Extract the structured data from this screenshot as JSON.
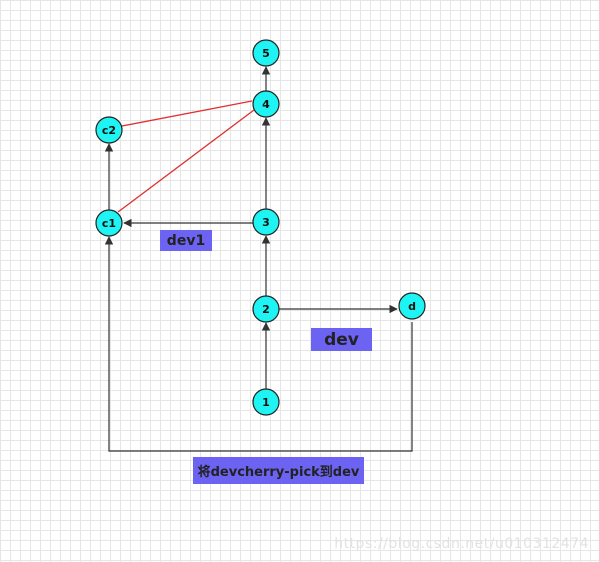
{
  "nodes": {
    "n5": "5",
    "n4": "4",
    "n3": "3",
    "n2": "2",
    "n1": "1",
    "c1": "c1",
    "c2": "c2",
    "d": "d"
  },
  "labels": {
    "dev1": "dev1",
    "dev": "dev",
    "cherry_pick": "将devcherry-pick到dev"
  },
  "watermark": "https://blog.csdn.net/u010312474",
  "colors": {
    "node_fill": "#1ff4f4",
    "label_bg": "#6c63f2",
    "edge": "#333333",
    "highlight_edge": "#e03030"
  }
}
